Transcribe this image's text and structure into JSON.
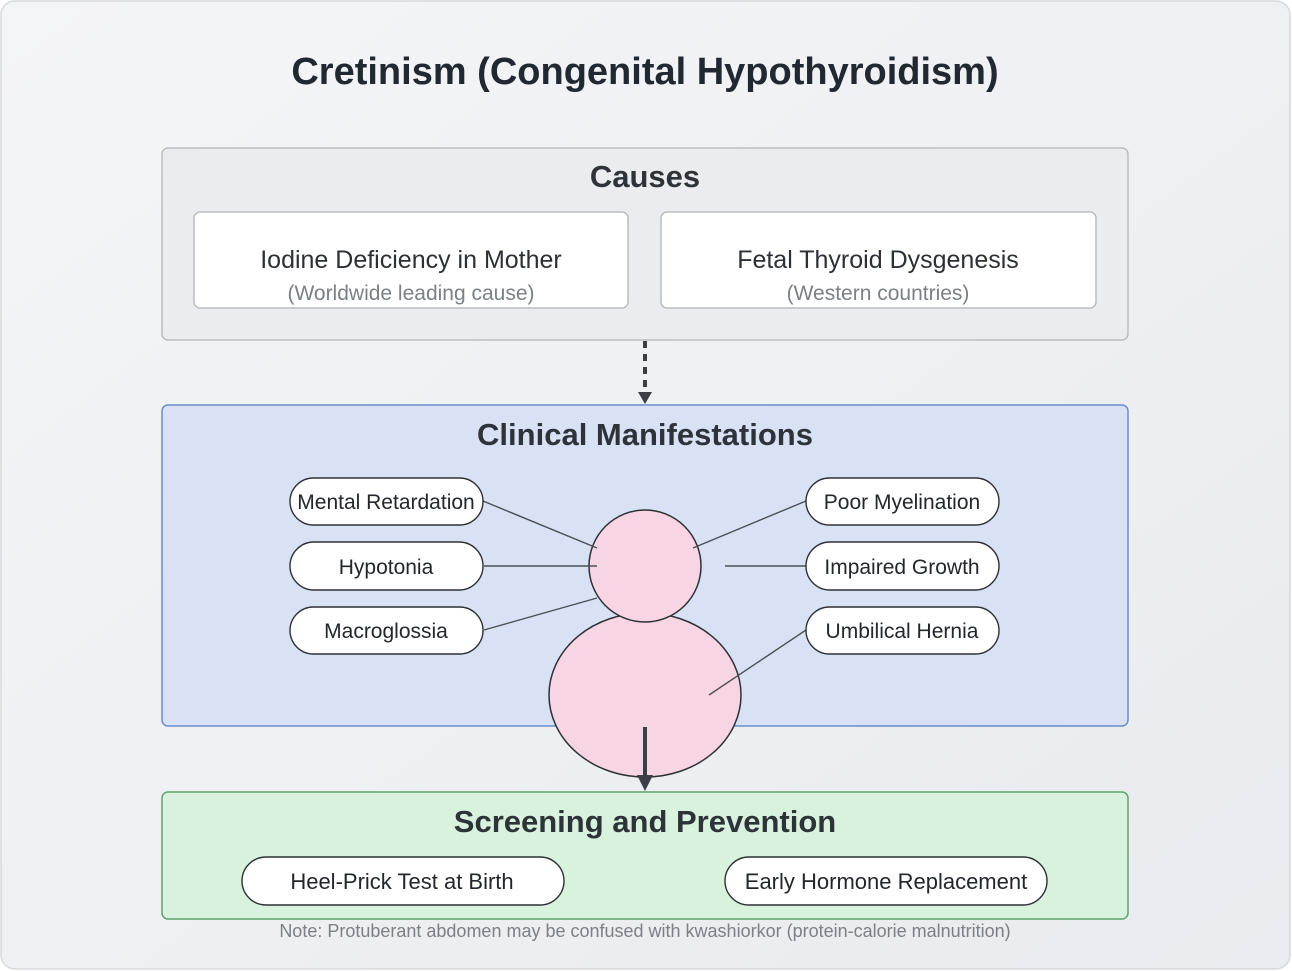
{
  "title": "Cretinism (Congenital Hypothyroidism)",
  "causes": {
    "heading": "Causes",
    "items": [
      {
        "label": "Iodine Deficiency in Mother",
        "sub": "(Worldwide leading cause)"
      },
      {
        "label": "Fetal Thyroid Dysgenesis",
        "sub": "(Western countries)"
      }
    ]
  },
  "manifestations": {
    "heading": "Clinical Manifestations",
    "left": [
      "Mental Retardation",
      "Hypotonia",
      "Macroglossia"
    ],
    "right": [
      "Poor Myelination",
      "Impaired Growth",
      "Umbilical Hernia"
    ]
  },
  "screening": {
    "heading": "Screening and Prevention",
    "items": [
      "Heel-Prick Test at Birth",
      "Early Hormone Replacement"
    ]
  },
  "note": "Note: Protuberant abdomen may be confused with kwashiorkor (protein-calorie malnutrition)",
  "colors": {
    "background": "#eef0f3",
    "causes_fill": "#ebecef",
    "manifestations_fill": "#d9e2f5",
    "manifestations_stroke": "#6b8cc7",
    "screening_fill": "#d8f2de",
    "screening_stroke": "#5fa46a",
    "figure_fill": "#f8d5e4"
  }
}
